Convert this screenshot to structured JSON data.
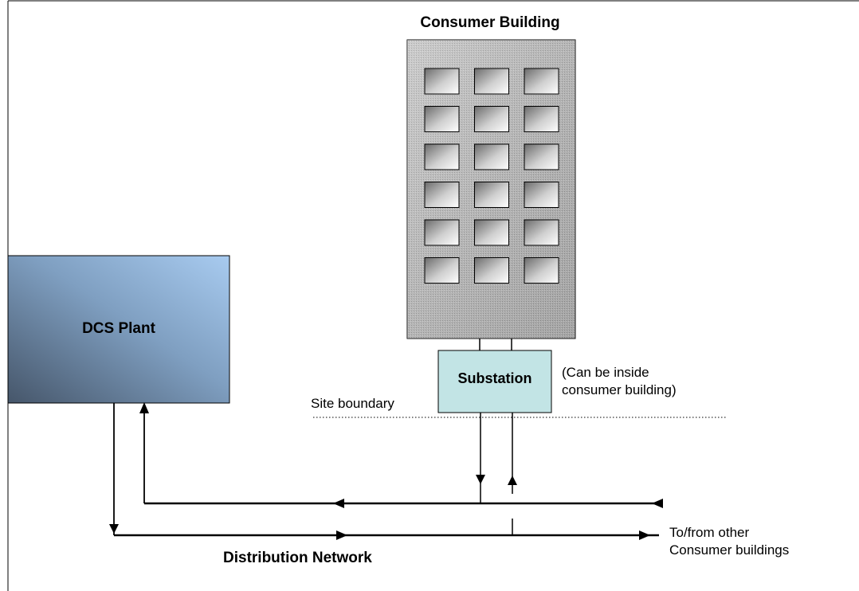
{
  "diagram": {
    "building_title": "Consumer Building",
    "plant_label": "DCS Plant",
    "substation_label": "Substation",
    "substation_note": "(Can be inside\nconsumer building)",
    "site_boundary_label": "Site boundary",
    "other_buildings_label": "To/from other\nConsumer buildings",
    "network_label": "Distribution  Network",
    "window_rows": 6,
    "window_cols": 3,
    "colors": {
      "plant_light": "#a3c6ec",
      "plant_dark": "#4a5a6e",
      "substation_fill": "#c2e4e5",
      "building_fill": "#b9b9b9",
      "lines": "#000000"
    }
  }
}
